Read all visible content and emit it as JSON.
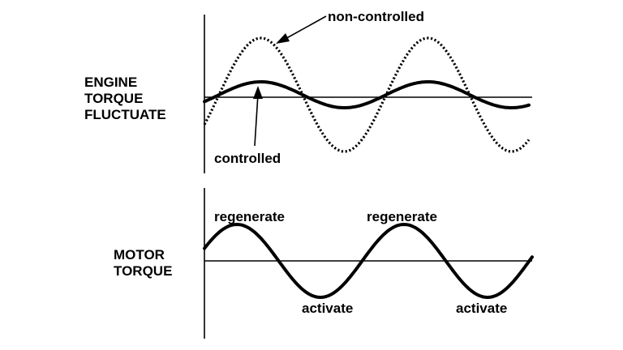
{
  "labels": {
    "engine_axis": [
      "ENGINE",
      "TORQUE",
      "FLUCTUATE"
    ],
    "motor_axis": [
      "MOTOR",
      "TORQUE"
    ],
    "non_controlled": "non-controlled",
    "controlled": "controlled",
    "regenerate": "regenerate",
    "activate": "activate"
  },
  "curves": {
    "engine": [
      {
        "name": "non-controlled",
        "style": "dotted"
      },
      {
        "name": "controlled",
        "style": "solid"
      }
    ],
    "motor": {
      "style": "solid"
    }
  }
}
